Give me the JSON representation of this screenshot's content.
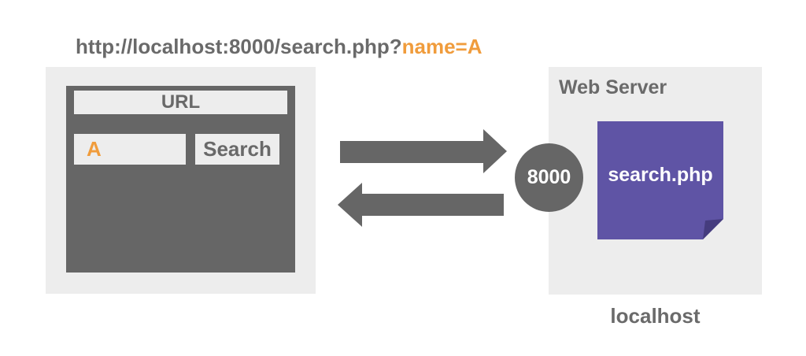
{
  "colors": {
    "dark_gray": "#666666",
    "panel_gray": "#EDEDED",
    "orange": "#F09C3C",
    "purple": "#5F54A5",
    "purple_fold": "#453C7E",
    "label_gray": "#6A6A6A",
    "white": "#FFFFFF"
  },
  "title": {
    "prefix": "http://localhost:8000/search.php?",
    "highlight": "name=A"
  },
  "browser": {
    "url_bar_label": "URL",
    "search_input_value": "A",
    "search_button_label": "Search"
  },
  "arrows": {
    "request_icon": "arrow-right-icon",
    "response_icon": "arrow-left-icon"
  },
  "server": {
    "panel_label": "Web Server",
    "port_badge": "8000",
    "file_name": "search.php",
    "file_icon": "document-folded-corner-icon",
    "host_label": "localhost"
  }
}
